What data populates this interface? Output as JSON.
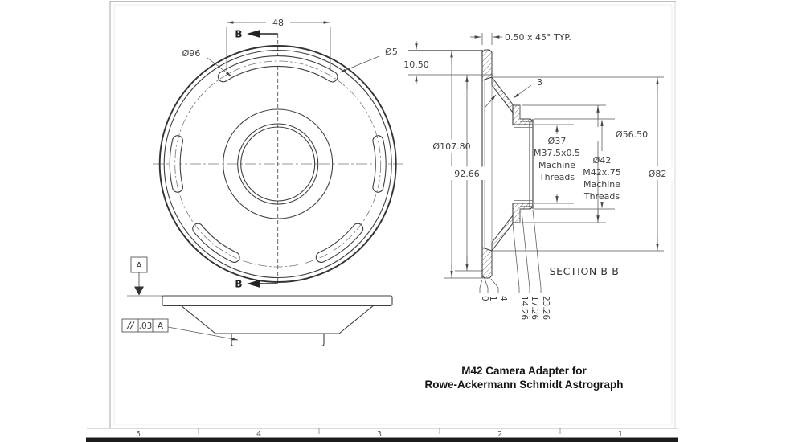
{
  "drawing": {
    "front_view": {
      "dim_slot_span": "48",
      "label_b_top": "B",
      "label_b_bottom": "B",
      "dia_slot_circle": "Ø96",
      "dia_slot_width": "Ø5"
    },
    "side_view": {
      "datum": "A",
      "fcf_tolerance": ".03",
      "fcf_datum": "A"
    },
    "section_view": {
      "chamfer_note": "0.50 x 45° TYP.",
      "rim_offset": "10.50",
      "wall_thickness": "3",
      "flange_od": "Ø107.80",
      "inner_flange": "92.66",
      "thread37": [
        "Ø37",
        "M37.5x0.5",
        "Machine",
        "Threads"
      ],
      "thread42": [
        "Ø42",
        "M42x.75",
        "Machine",
        "Threads"
      ],
      "collar_od": "Ø56.50",
      "cone_od": "Ø82",
      "title": "SECTION B-B",
      "ordinates": [
        "0",
        "1",
        "4",
        "14.26",
        "17.26",
        "23.26"
      ]
    },
    "title_block": {
      "line1": "M42 Camera Adapter for",
      "line2": "Rowe-Ackermann Schmidt Astrograph"
    },
    "border": {
      "zones": [
        "5",
        "4",
        "3",
        "2",
        "1"
      ]
    }
  }
}
